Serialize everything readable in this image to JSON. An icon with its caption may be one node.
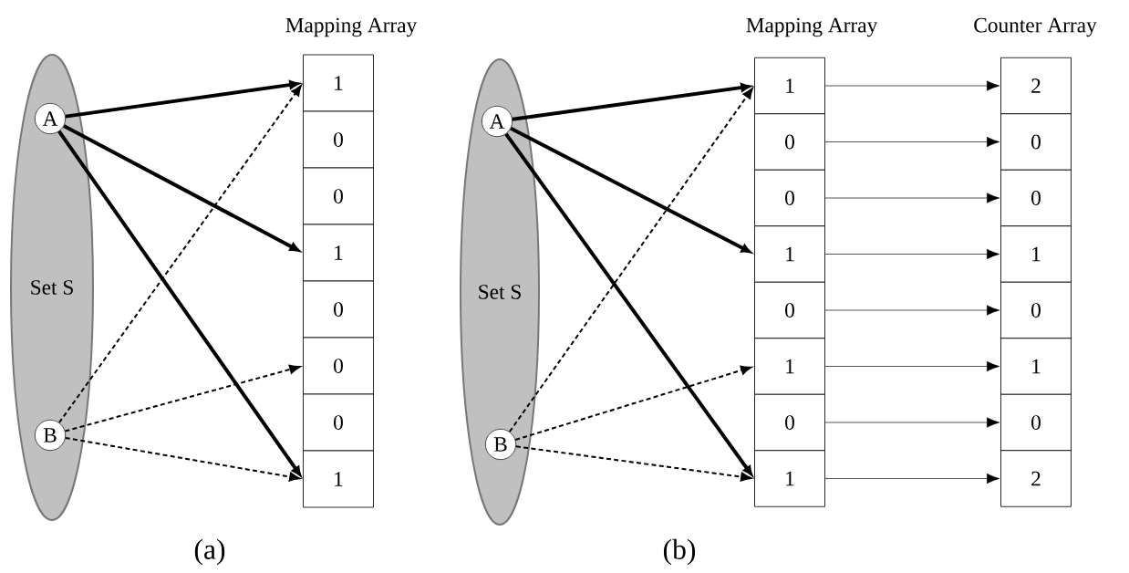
{
  "diagram": {
    "nodes": [
      {
        "text": [
          "Set S"
        ]
      },
      {
        "text": [
          "A"
        ],
        "in": 0
      },
      {
        "text": [
          "B"
        ],
        "in": 0
      },
      {
        "text": [
          "1"
        ]
      },
      {
        "text": [
          "0"
        ]
      },
      {
        "text": [
          "0"
        ]
      },
      {
        "text": [
          "1"
        ]
      },
      {
        "text": [
          "0"
        ]
      },
      {
        "text": [
          "0"
        ]
      },
      {
        "text": [
          "0"
        ]
      },
      {
        "text": [
          "1"
        ]
      },
      {
        "text": [
          "Set S"
        ]
      },
      {
        "text": [
          "A"
        ],
        "in": 11
      },
      {
        "text": [
          "B"
        ],
        "in": 11
      },
      {
        "text": [
          "1"
        ]
      },
      {
        "text": [
          "0"
        ]
      },
      {
        "text": [
          "0"
        ]
      },
      {
        "text": [
          "1"
        ]
      },
      {
        "text": [
          "0"
        ]
      },
      {
        "text": [
          "1"
        ]
      },
      {
        "text": [
          "0"
        ]
      },
      {
        "text": [
          "1"
        ]
      },
      {
        "text": [
          "2"
        ]
      },
      {
        "text": [
          "0"
        ]
      },
      {
        "text": [
          "0"
        ]
      },
      {
        "text": [
          "1"
        ]
      },
      {
        "text": [
          "0"
        ]
      },
      {
        "text": [
          "1"
        ]
      },
      {
        "text": [
          "0"
        ]
      },
      {
        "text": [
          "2"
        ]
      }
    ],
    "edges": [
      {
        "from": 1,
        "to": 3,
        "arrow": "to",
        "style": "thick"
      },
      {
        "from": 1,
        "to": 6,
        "arrow": "to",
        "style": "thick"
      },
      {
        "from": 1,
        "to": 10,
        "arrow": "to",
        "style": "thick"
      },
      {
        "from": 2,
        "to": 3,
        "arrow": "to",
        "style": "dashed"
      },
      {
        "from": 2,
        "to": 8,
        "arrow": "to",
        "style": "dashed"
      },
      {
        "from": 2,
        "to": 10,
        "arrow": "to",
        "style": "dashed"
      },
      {
        "from": 12,
        "to": 14,
        "arrow": "to",
        "style": "thick"
      },
      {
        "from": 12,
        "to": 17,
        "arrow": "to",
        "style": "thick"
      },
      {
        "from": 12,
        "to": 21,
        "arrow": "to",
        "style": "thick"
      },
      {
        "from": 13,
        "to": 14,
        "arrow": "to",
        "style": "dashed"
      },
      {
        "from": 13,
        "to": 19,
        "arrow": "to",
        "style": "dashed"
      },
      {
        "from": 13,
        "to": 21,
        "arrow": "to",
        "style": "dashed"
      },
      {
        "from": 14,
        "to": 22,
        "arrow": "to"
      },
      {
        "from": 15,
        "to": 23,
        "arrow": "to"
      },
      {
        "from": 16,
        "to": 24,
        "arrow": "to"
      },
      {
        "from": 17,
        "to": 25,
        "arrow": "to"
      },
      {
        "from": 18,
        "to": 26,
        "arrow": "to"
      },
      {
        "from": 19,
        "to": 27,
        "arrow": "to"
      },
      {
        "from": 20,
        "to": 28,
        "arrow": "to"
      },
      {
        "from": 21,
        "to": 29,
        "arrow": "to"
      }
    ],
    "labels": [
      "Mapping Array",
      "Mapping Array",
      "Counter Array",
      "(a)",
      "(b)"
    ]
  }
}
